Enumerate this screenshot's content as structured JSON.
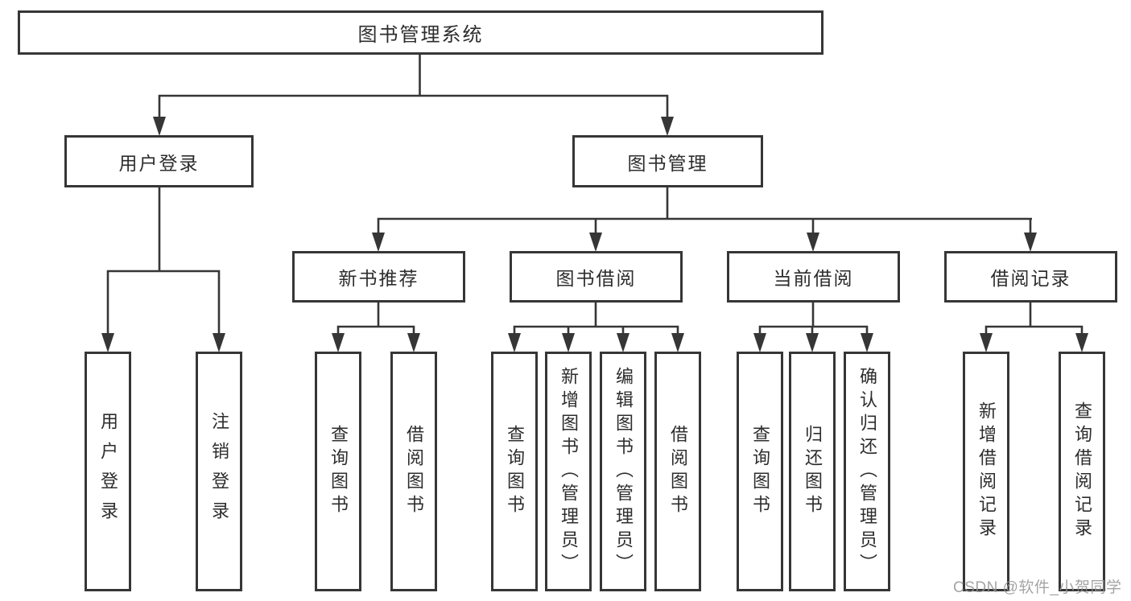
{
  "diagram": {
    "root": {
      "label": "图书管理系统"
    },
    "level2": [
      {
        "label": "用户登录"
      },
      {
        "label": "图书管理"
      }
    ],
    "level3": [
      {
        "label": "新书推荐"
      },
      {
        "label": "图书借阅"
      },
      {
        "label": "当前借阅"
      },
      {
        "label": "借阅记录"
      }
    ],
    "leaves": {
      "login": [
        "用户登录",
        "注销登录"
      ],
      "newbook": [
        "查询图书",
        "借阅图书"
      ],
      "borrow": [
        "查询图书",
        "新增图书（管理员）",
        "编辑图书（管理员）",
        "借阅图书"
      ],
      "current": [
        "查询图书",
        "归还图书",
        "确认归还（管理员）"
      ],
      "records": [
        "新增借阅记录",
        "查询借阅记录"
      ]
    }
  },
  "watermark": {
    "text": "CSDN @软件_小贺同学"
  },
  "colors": {
    "line": "#363636",
    "box_border": "#363636",
    "box_fill": "#ffffff",
    "text": "#2d2d2d",
    "watermark": "#949494",
    "background": "#ffffff"
  }
}
